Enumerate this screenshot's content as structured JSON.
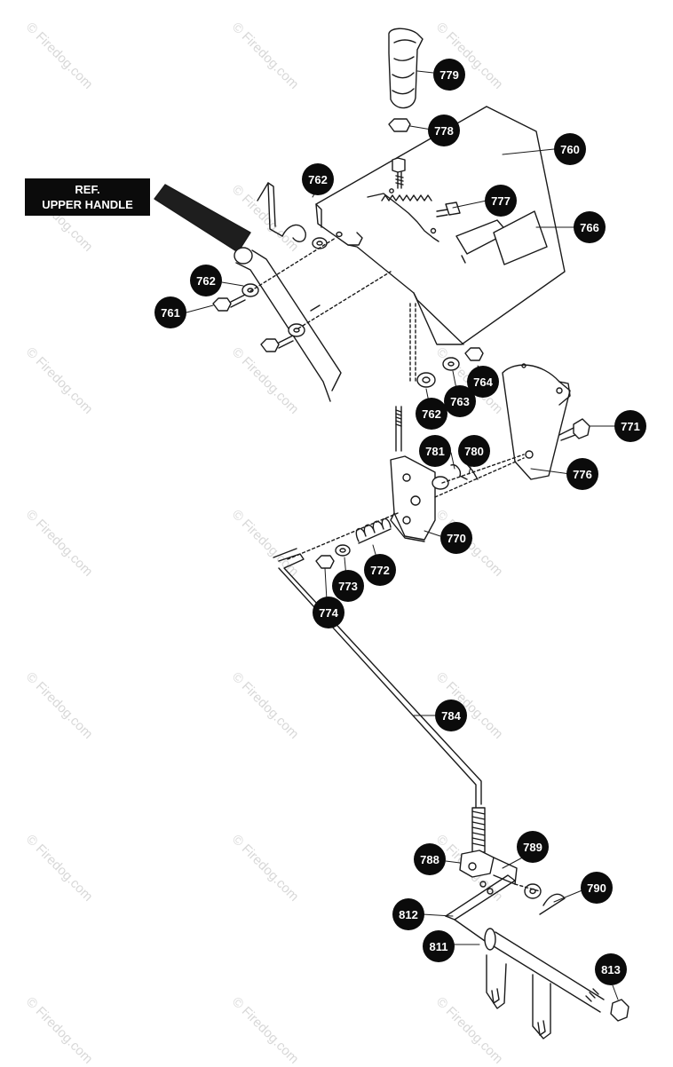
{
  "reference_label": {
    "line1": "REF.",
    "line2": "UPPER HANDLE"
  },
  "watermark_text": "© Firedog.com",
  "callout_color": "#0b0b0b",
  "callouts": [
    {
      "id": "c779",
      "label": "779"
    },
    {
      "id": "c778",
      "label": "778"
    },
    {
      "id": "c760",
      "label": "760"
    },
    {
      "id": "c762a",
      "label": "762"
    },
    {
      "id": "c777",
      "label": "777"
    },
    {
      "id": "c766",
      "label": "766"
    },
    {
      "id": "c762b",
      "label": "762"
    },
    {
      "id": "c761",
      "label": "761"
    },
    {
      "id": "c764",
      "label": "764"
    },
    {
      "id": "c763",
      "label": "763"
    },
    {
      "id": "c762c",
      "label": "762"
    },
    {
      "id": "c771",
      "label": "771"
    },
    {
      "id": "c781",
      "label": "781"
    },
    {
      "id": "c780",
      "label": "780"
    },
    {
      "id": "c776",
      "label": "776"
    },
    {
      "id": "c770",
      "label": "770"
    },
    {
      "id": "c772",
      "label": "772"
    },
    {
      "id": "c773",
      "label": "773"
    },
    {
      "id": "c774",
      "label": "774"
    },
    {
      "id": "c784",
      "label": "784"
    },
    {
      "id": "c789",
      "label": "789"
    },
    {
      "id": "c788",
      "label": "788"
    },
    {
      "id": "c790",
      "label": "790"
    },
    {
      "id": "c812",
      "label": "812"
    },
    {
      "id": "c811",
      "label": "811"
    },
    {
      "id": "c813",
      "label": "813"
    }
  ]
}
